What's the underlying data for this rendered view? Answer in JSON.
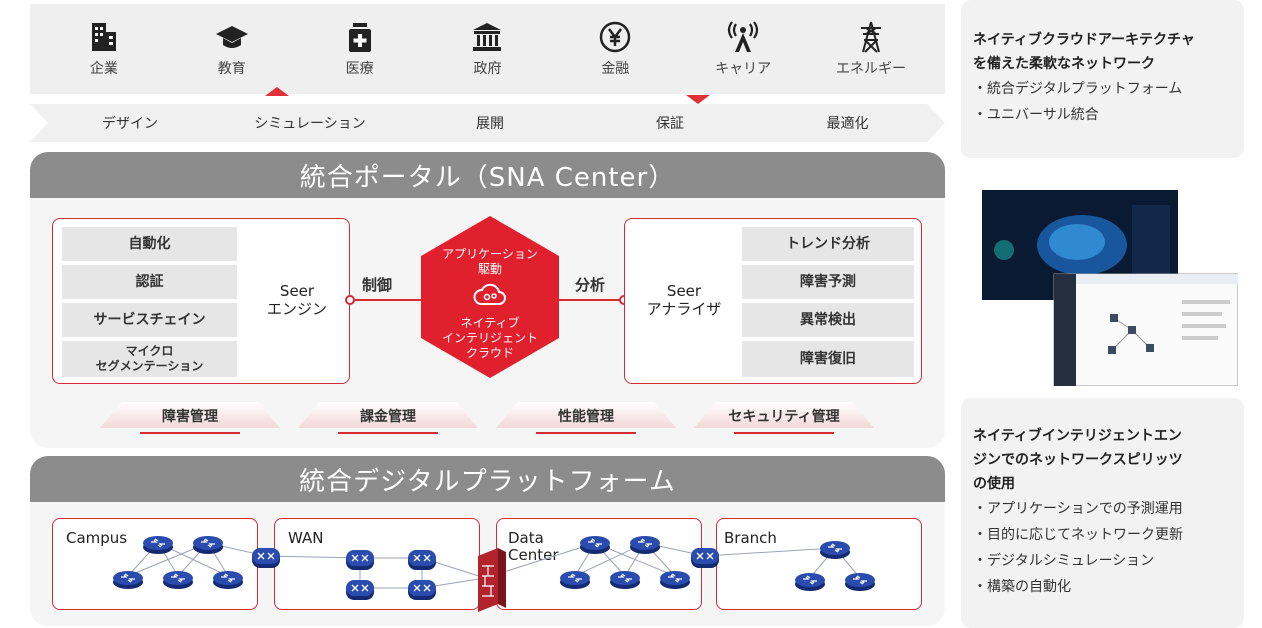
{
  "industries": [
    {
      "label": "企業",
      "icon": "building-icon"
    },
    {
      "label": "教育",
      "icon": "graduation-cap-icon"
    },
    {
      "label": "医療",
      "icon": "medical-kit-icon"
    },
    {
      "label": "政府",
      "icon": "government-building-icon"
    },
    {
      "label": "金融",
      "icon": "yen-icon"
    },
    {
      "label": "キャリア",
      "icon": "broadcast-tower-icon"
    },
    {
      "label": "エネルギー",
      "icon": "power-tower-icon"
    }
  ],
  "process": [
    "デザイン",
    "シミュレーション",
    "展開",
    "保証",
    "最適化"
  ],
  "portal": {
    "title": "統合ポータル（SNA Center）",
    "engine": {
      "items": [
        "自動化",
        "認証",
        "サービスチェイン",
        "マイクロ\nセグメンテーション"
      ],
      "label": "Seer\nエンジン",
      "link_label": "制御"
    },
    "hub": {
      "top": "アプリケーション\n駆動",
      "bottom": "ネイティブ\nインテリジェント\nクラウド"
    },
    "analyzer": {
      "items": [
        "トレンド分析",
        "障害予測",
        "異常検出",
        "障害復旧"
      ],
      "label": "Seer\nアナライザ",
      "link_label": "分析"
    },
    "management": [
      "障害管理",
      "課金管理",
      "性能管理",
      "セキュリティ管理"
    ]
  },
  "platform": {
    "title": "統合デジタルプラットフォーム",
    "networks": [
      "Campus",
      "WAN",
      "Data\nCenter",
      "Branch"
    ]
  },
  "panel_top": {
    "heading": "ネイティブクラウドアーキテクチャ\nを備えた柔軟なネットワーク",
    "items": [
      "・統合デジタルプラットフォーム",
      "・ユニバーサル統合"
    ]
  },
  "panel_bottom": {
    "heading": "ネイティブインテリジェントエン\nジンでのネットワークスピリッツ\nの使用",
    "items": [
      "・アプリケーションでの予測運用",
      "・目的に応じてネットワーク更新",
      "・デジタルシミュレーション",
      "・構築の自動化"
    ]
  },
  "colors": {
    "accent": "#d42b35",
    "navy": "#1f3a93",
    "bar_gray": "#8c8c8c"
  }
}
